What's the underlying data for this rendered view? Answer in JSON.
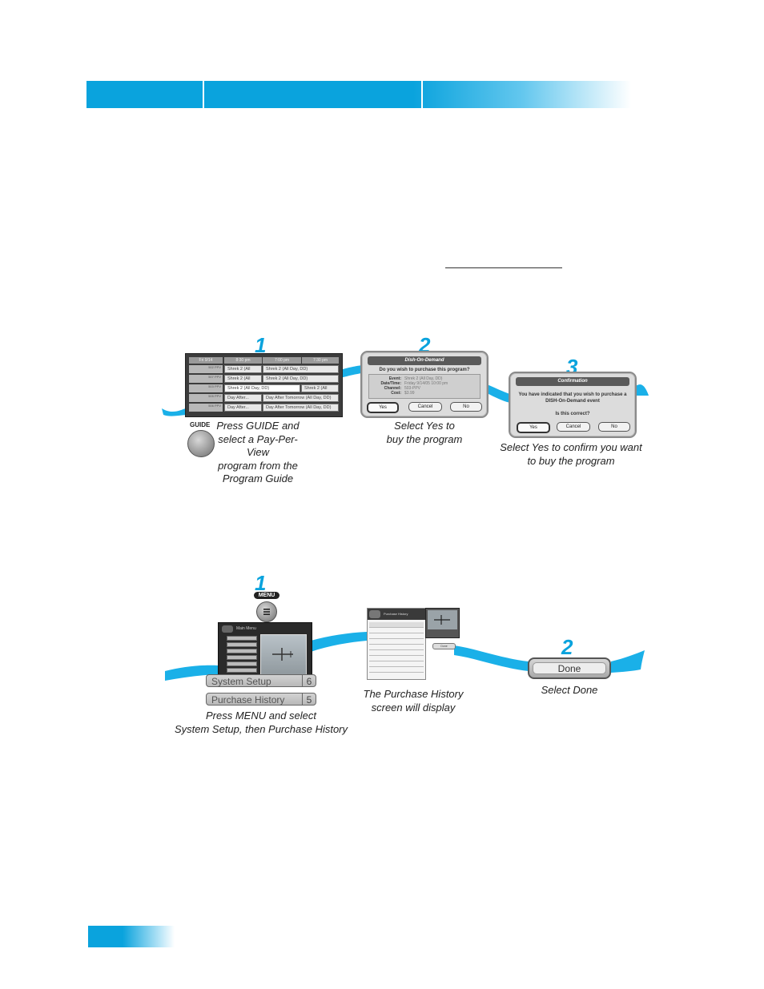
{
  "steps_set_1": {
    "step1": {
      "number": "1",
      "remote_label": "GUIDE",
      "caption": [
        "Press GUIDE and",
        "select a Pay-Per-View",
        "program from the",
        "Program Guide"
      ],
      "guide": {
        "times": [
          "8:30 pm",
          "7:00 pm",
          "7:30 pm"
        ],
        "date": "Fri 9/14",
        "rows": [
          {
            "channel": "502 PPV",
            "cells": [
              "Shrek 2 (All",
              "Shrek 2 (All Day, DD)"
            ]
          },
          {
            "channel": "507 PPV",
            "cells": [
              "Shrek 2 (All",
              "Shrek 2 (All Day, DD)"
            ]
          },
          {
            "channel": "503 PPV",
            "cells": [
              "Shrek 2 (All Day, DD)",
              "Shrek 2 (All"
            ]
          },
          {
            "channel": "505 PPV",
            "cells": [
              "Day After...",
              "Day After Tomorrow (All Day, DD)"
            ]
          },
          {
            "channel": "506 PPV",
            "cells": [
              "Day After...",
              "Day After Tomorrow (All Day, DD)"
            ]
          }
        ]
      }
    },
    "step2": {
      "number": "2",
      "caption": [
        "Select Yes to",
        "buy the program"
      ],
      "dialog": {
        "title": "Dish-On-Demand",
        "question": "Do you wish to purchase this program?",
        "details": [
          {
            "label": "Event:",
            "value": "Shrek 2 (All Day, DD)"
          },
          {
            "label": "Date/Time:",
            "value": "Friday 9/14/05 10:00 pm"
          },
          {
            "label": "Channel:",
            "value": "503-PPV"
          },
          {
            "label": "Cost:",
            "value": "$3.99"
          }
        ],
        "buttons": [
          "Yes",
          "Cancel",
          "No"
        ]
      }
    },
    "step3": {
      "number": "3",
      "caption": [
        "Select Yes to confirm you want",
        "to buy the program"
      ],
      "dialog": {
        "title": "Confirmation",
        "message": [
          "You have indicated that you wish to purchase a",
          "DISH-On-Demand event"
        ],
        "question": "Is this correct?",
        "buttons": [
          "Yes",
          "Cancel",
          "No"
        ]
      }
    }
  },
  "steps_set_2": {
    "step1": {
      "number": "1",
      "remote_label": "MENU",
      "main_menu_title": "Main Menu",
      "menu_items": [
        {
          "label": "System Setup",
          "number": "6"
        },
        {
          "label": "Purchase History",
          "number": "5"
        }
      ],
      "caption": [
        "Press MENU and select",
        "System Setup, then Purchase History"
      ]
    },
    "purchase_history": {
      "title": "Purchase History",
      "caption": [
        "The Purchase History",
        "screen will display"
      ],
      "done_label": "Done"
    },
    "step2": {
      "number": "2",
      "button": "Done",
      "caption": "Select Done"
    }
  },
  "colors": {
    "accent": "#0aa3dd",
    "ribbon": "#1ab0e8"
  }
}
